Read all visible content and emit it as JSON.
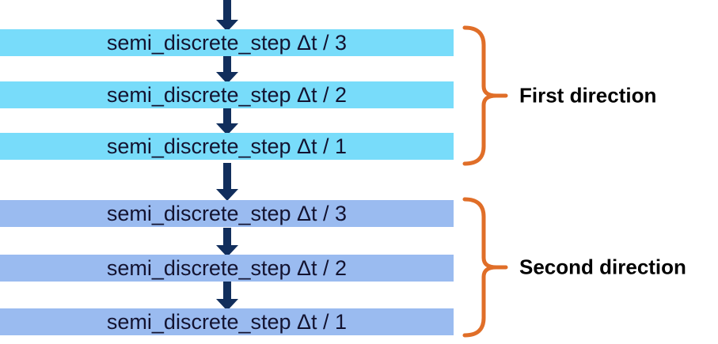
{
  "flow": {
    "entry_arrow": "arrow pointing down into first step (cut off at top edge)",
    "groups": [
      {
        "label": "First direction",
        "bar_color": "#78DCFA",
        "steps": [
          "semi_discrete_step Δt / 3",
          "semi_discrete_step Δt / 2",
          "semi_discrete_step Δt / 1"
        ]
      },
      {
        "label": "Second direction",
        "bar_color": "#9ABBF0",
        "steps": [
          "semi_discrete_step Δt / 3",
          "semi_discrete_step Δt / 2",
          "semi_discrete_step Δt / 1"
        ]
      }
    ],
    "colors": {
      "arrow": "#112E5C",
      "brace": "#E06E28",
      "bar_text": "#131330",
      "label_text": "#000000",
      "background": "#FFFFFF"
    }
  }
}
